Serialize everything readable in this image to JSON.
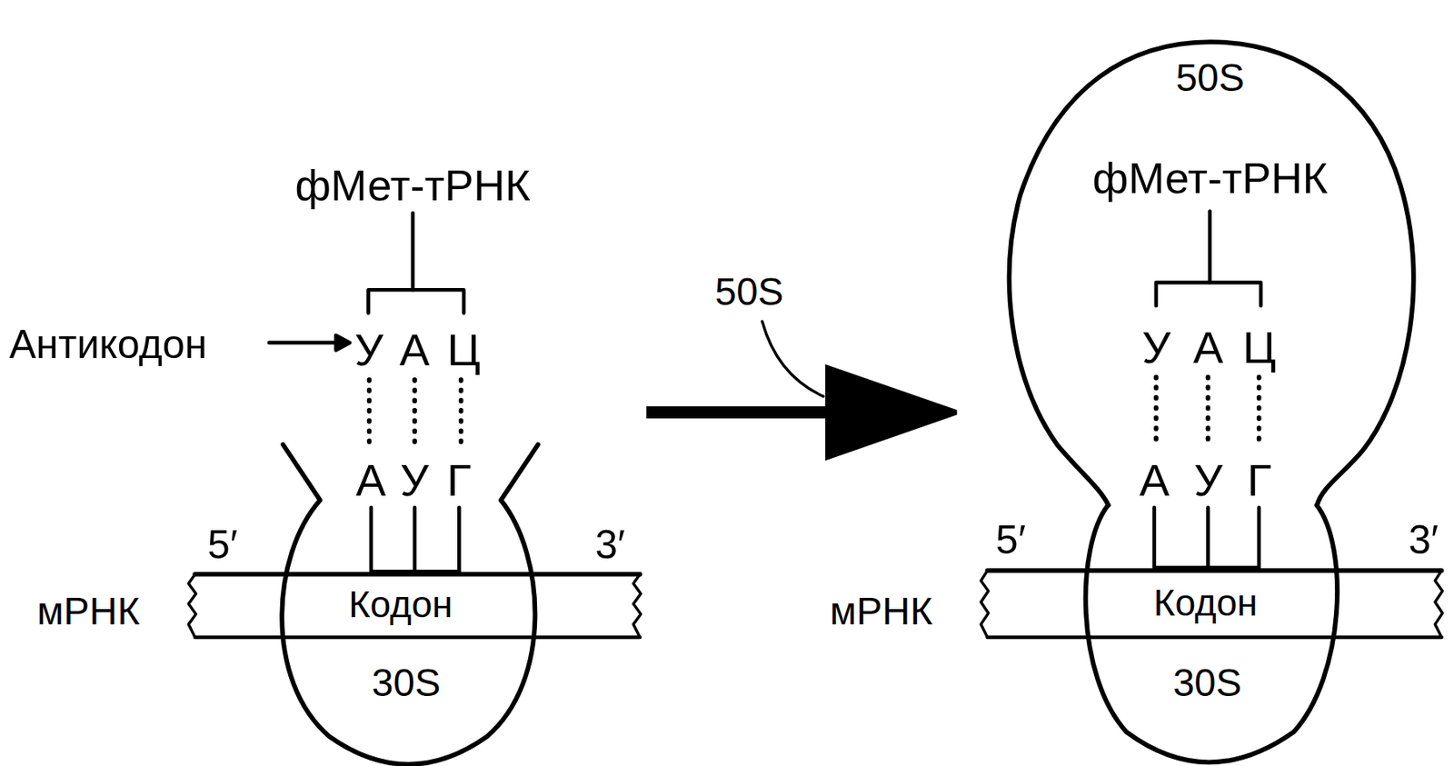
{
  "diagram": {
    "nodes": [
      {
        "text": [
          "30S"
        ]
      },
      {
        "text": [
          "50S",
          "фМет-тРНК"
        ]
      },
      {
        "text": [
          "30S"
        ]
      }
    ],
    "edges": [
      {
        "from": 0,
        "to": 1,
        "arrow": "to"
      }
    ],
    "labels": [
      "фМет-тРНК",
      "Антикодон",
      "У",
      "А",
      "Ц",
      "А",
      "У",
      "Г",
      "5′",
      "3′",
      "мРНК",
      "Кодон",
      "50S",
      "У",
      "А",
      "Ц",
      "А",
      "У",
      "Г",
      "5′",
      "3′",
      "мРНК",
      "Кодон"
    ]
  }
}
